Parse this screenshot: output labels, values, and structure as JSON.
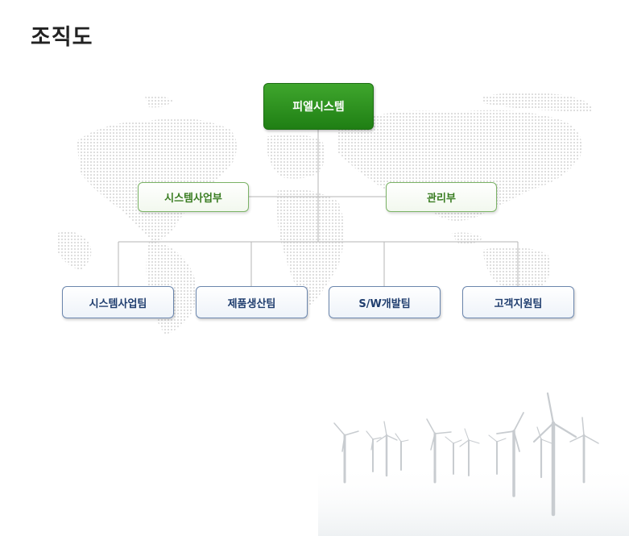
{
  "page": {
    "title": "조직도"
  },
  "org": {
    "root": "피엘시스템",
    "departments": [
      "시스템사업부",
      "관리부"
    ],
    "teams": [
      "시스템사업팀",
      "제품생산팀",
      "S/W개발팀",
      "고객지원팀"
    ]
  }
}
